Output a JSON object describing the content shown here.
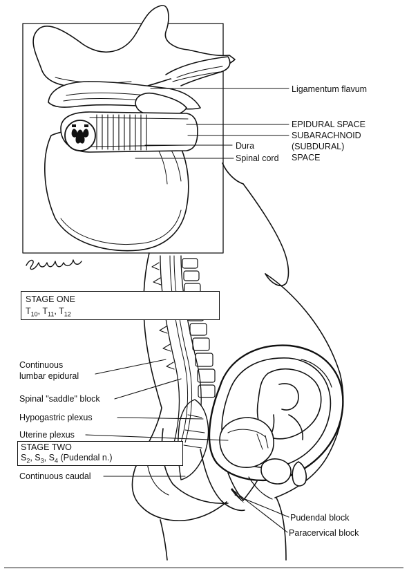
{
  "labels": {
    "ligamentum": "Ligamentum flavum",
    "epidural_space": "EPIDURAL SPACE",
    "subarachnoid_1": "SUBARACHNOID",
    "subarachnoid_2": "(SUBDURAL)",
    "subarachnoid_3": "SPACE",
    "dura": "Dura",
    "spinal_cord": "Spinal cord",
    "continuous_lumbar_1": "Continuous",
    "continuous_lumbar_2": "lumbar epidural",
    "saddle_block": "Spinal \"saddle\" block",
    "hypogastric": "Hypogastric plexus",
    "uterine": "Uterine plexus",
    "continuous_caudal": "Continuous caudal",
    "pudendal_block": "Pudendal block",
    "paracervical_block": "Paracervical block"
  },
  "stage_one": {
    "title": "STAGE ONE",
    "levels": [
      "10",
      "11",
      "12"
    ]
  },
  "stage_two": {
    "title": "STAGE TWO",
    "levels": [
      "2",
      "3",
      "4"
    ],
    "note": "(Pudendal n.)"
  },
  "signature": "Sutorius 85"
}
